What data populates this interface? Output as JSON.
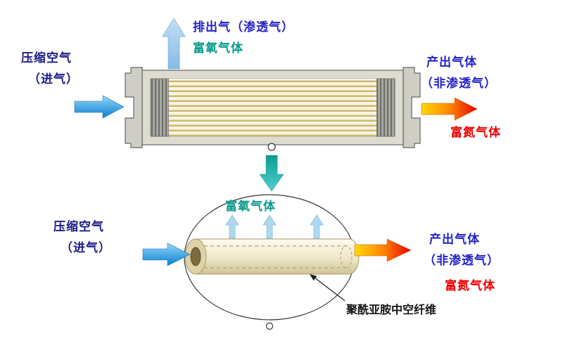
{
  "colors": {
    "label_blue": "#2323c8",
    "label_navy": "#1c1c86",
    "label_teal": "#0a9a8a",
    "label_red": "#ee0000",
    "label_black": "#151515",
    "inlet_arrow_dark": "#0b7fd3",
    "inlet_arrow_light": "#93d7f7",
    "permeate_arrow": "#9cc8ec",
    "product_arrow_yellow": "#ffd900",
    "product_arrow_red": "#e80000",
    "zoom_arrow_teal": "#0d9c8c",
    "zoom_arrow_cyan": "#4fd0d4",
    "module_shell": "#dedcd0",
    "fiber_tan": "#cdb96e"
  },
  "top": {
    "inlet_line1": "压缩空气",
    "inlet_line2": "（进气）",
    "exhaust_label": "排出气（渗透气）",
    "oxygen_label": "富氧气体",
    "product_line1": "产出气体",
    "product_line2": "（非渗透气）",
    "nitrogen_label": "富氮气体"
  },
  "bottom": {
    "inlet_line1": "压缩空气",
    "inlet_line2": "（进气）",
    "oxygen_label": "富氧气体",
    "product_line1": "产出气体",
    "product_line2": "（非渗透气）",
    "nitrogen_label": "富氮气体",
    "fiber_label": "聚酰亚胺中空纤维"
  }
}
